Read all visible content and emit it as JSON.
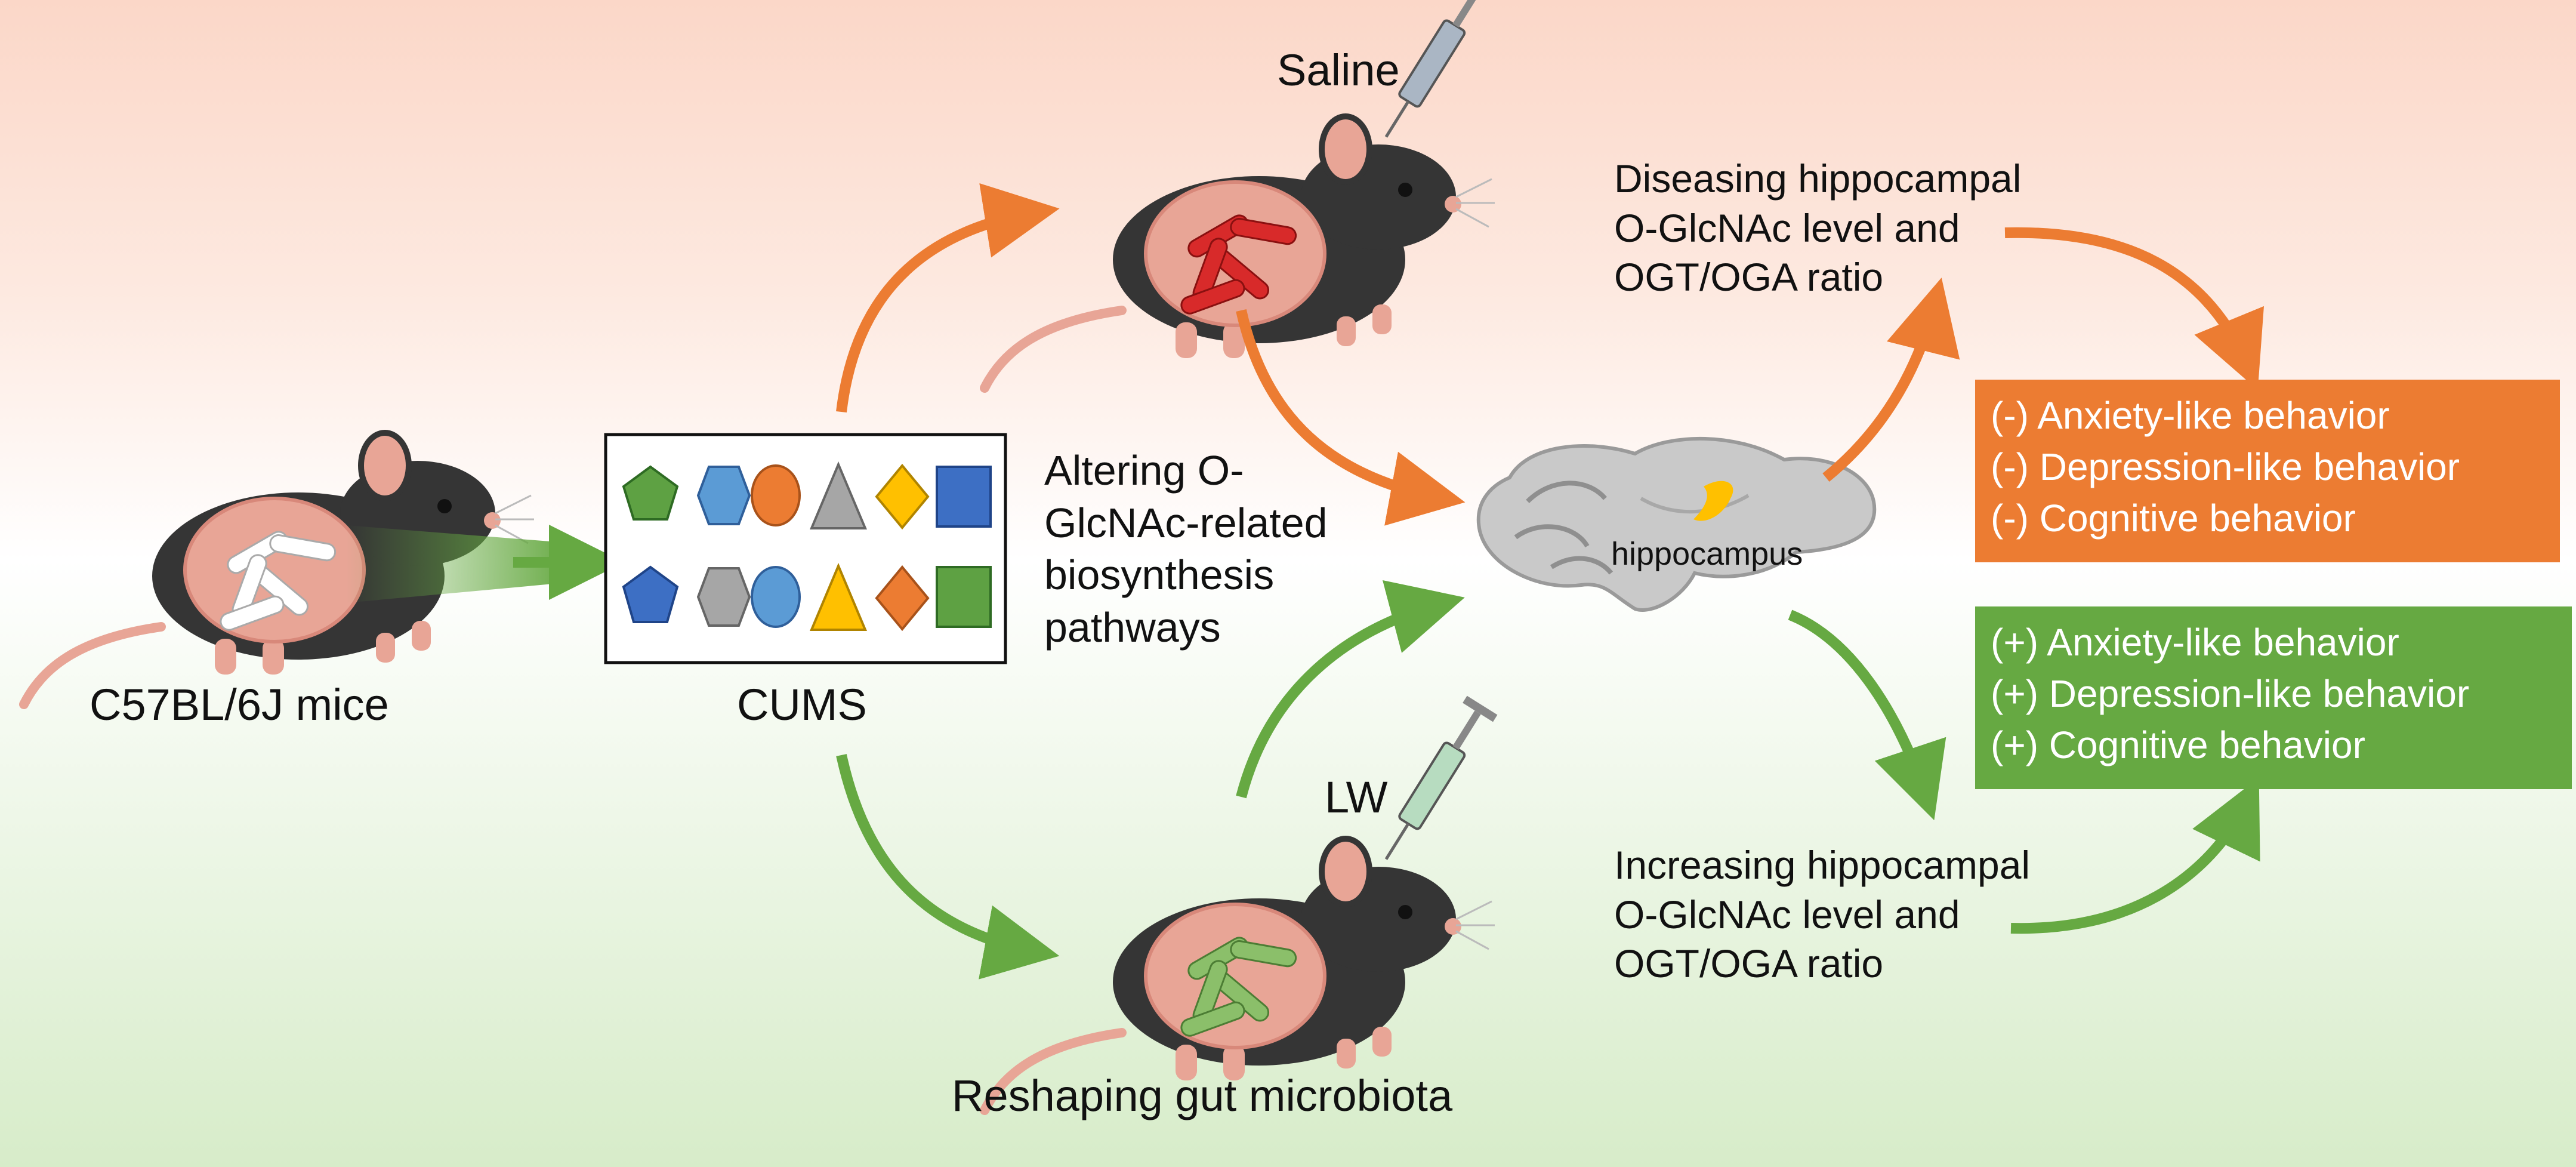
{
  "colors": {
    "harm": "#ec7c32",
    "benefit": "#66a942",
    "mouse": "#353535",
    "brain": "#c9c9c9"
  },
  "labels": {
    "mouse_model": "C57BL/6J mice",
    "stress": "CUMS",
    "pathway": [
      "Altering O-",
      "GlcNAc-related",
      "biosynthesis",
      "pathways"
    ],
    "saline": "Saline",
    "lw": "LW",
    "microbiota": "Reshaping gut microbiota",
    "brain_region": "hippocampus",
    "decrease_text": [
      "Diseasing hippocampal",
      "O-GlcNAc level and",
      "OGT/OGA ratio"
    ],
    "increase_text": [
      "Increasing hippocampal",
      "O-GlcNAc level and",
      "OGT/OGA ratio"
    ]
  },
  "outcomes": {
    "negative": [
      "(-) Anxiety-like behavior",
      "(-) Depression-like behavior",
      "(-) Cognitive behavior"
    ],
    "positive": [
      "(+) Anxiety-like behavior",
      "(+) Depression-like behavior",
      "(+) Cognitive behavior"
    ]
  }
}
